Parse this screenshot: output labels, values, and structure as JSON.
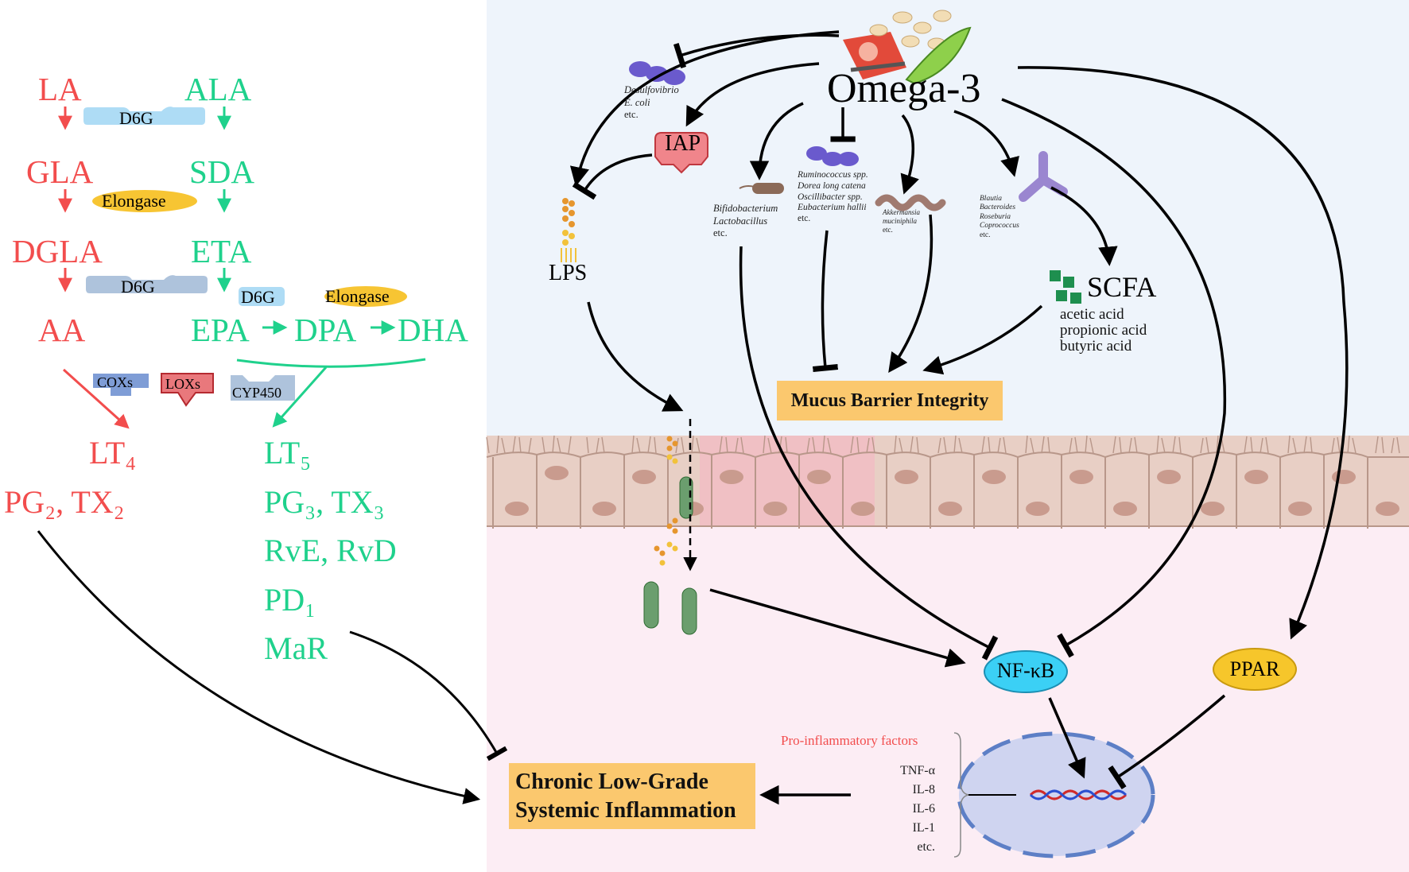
{
  "omega6_pathway": {
    "la": "LA",
    "gla": "GLA",
    "dgla": "DGLA",
    "aa": "AA",
    "lt4": "LT₄",
    "pg2_tx2": "PG₂, TX₂"
  },
  "omega3_pathway": {
    "ala": "ALA",
    "sda": "SDA",
    "eta": "ETA",
    "epa": "EPA",
    "dpa": "DPA",
    "dha": "DHA",
    "lt5": "LT₅",
    "pg3_tx3": "PG₃, TX₃",
    "rve_rvd": "RvE, RvD",
    "pd1": "PD₁",
    "mar": "MaR"
  },
  "enzymes": {
    "d6g_1": "D6G",
    "elongase_1": "Elongase",
    "d6g_2": "D6G",
    "d6g_3": "D6G",
    "elongase_2": "Elongase",
    "coxs": "COXs",
    "loxs": "LOXs",
    "cyp450": "CYP450"
  },
  "gut": {
    "omega3_title": "Omega-3",
    "bacteria_inhibited_1": [
      "Desulfovibrio",
      "E. coli",
      "etc."
    ],
    "iap": "IAP",
    "lps": "LPS",
    "bacteria_promoted_1": [
      "Bifidobacterium",
      "Lactobacillus",
      "etc."
    ],
    "bacteria_inhibited_2": [
      "Ruminococcus spp.",
      "Dorea long catena",
      "Oscillibacter spp.",
      "Eubacterium hallii",
      "etc."
    ],
    "akkermansia": [
      "Akkermansia",
      "muciniphila",
      "etc."
    ],
    "bacteria_scfa": [
      "Blautia",
      "Bacteroides",
      "Roseburia",
      "Coprococcus",
      "etc."
    ],
    "scfa": "SCFA",
    "scfa_types": [
      "acetic acid",
      "propionic acid",
      "butyric acid"
    ],
    "mucus": "Mucus Barrier Integrity",
    "nfkb": "NF-κB",
    "ppar": "PPAR",
    "pro_inflammatory_label": "Pro-inflammatory factors",
    "factors": [
      "TNF-α",
      "IL-8",
      "IL-6",
      "IL-1",
      "etc."
    ],
    "outcome": [
      "Chronic Low-Grade",
      "Systemic Inflammation"
    ]
  },
  "colors": {
    "omega6": "#f24d4d",
    "omega3": "#1fd18c",
    "lumen_bg": "#eef4fb",
    "tissue_bg": "#fcedf4",
    "orange_box": "#fbc86e",
    "nfkb": "#3bd0f5",
    "ppar": "#f6c62b"
  }
}
